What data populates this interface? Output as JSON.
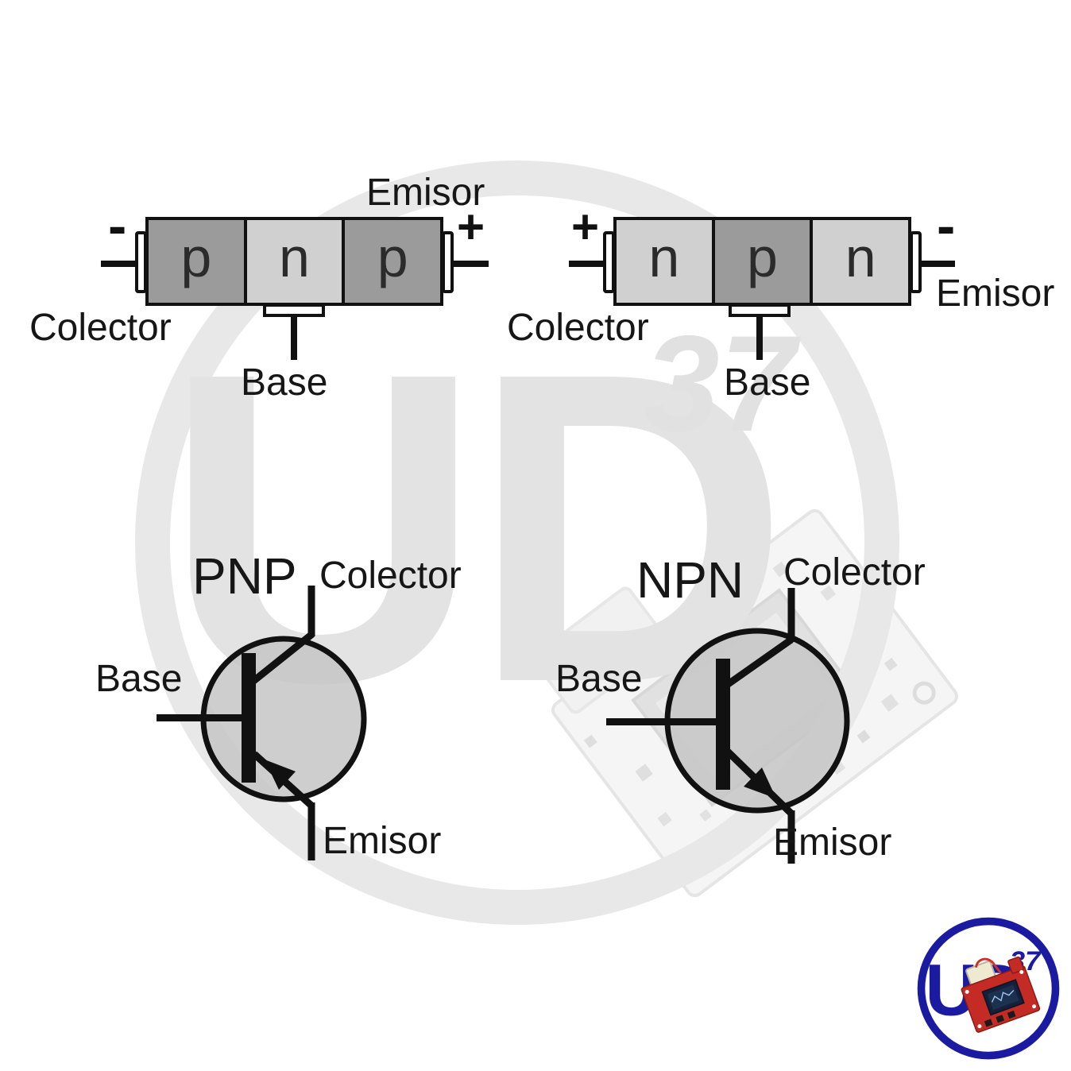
{
  "blocks": {
    "pnp": {
      "regions": [
        "p",
        "n",
        "p"
      ],
      "negative_sign": "-",
      "positive_sign": "+",
      "emitter_label": "Emisor",
      "collector_label": "Colector",
      "base_label": "Base"
    },
    "npn": {
      "regions": [
        "n",
        "p",
        "n"
      ],
      "positive_sign": "+",
      "negative_sign": "-",
      "emitter_label": "Emisor",
      "collector_label": "Colector",
      "base_label": "Base"
    }
  },
  "symbols": {
    "pnp": {
      "title": "PNP",
      "collector_label": "Colector",
      "base_label": "Base",
      "emitter_label": "Emisor"
    },
    "npn": {
      "title": "NPN",
      "collector_label": "Colector",
      "base_label": "Base",
      "emitter_label": "Emisor"
    }
  },
  "watermark": {
    "letters": "UD",
    "number": "37"
  },
  "logo": {
    "letters": "UD",
    "number": "37"
  },
  "colors": {
    "p_region": "#9b9b9b",
    "n_region": "#d0d0d0",
    "symbol_circle_fill": "#c6c6c6",
    "outline_black": "#111111",
    "logo_blue": "#1b1ba2",
    "pcb_red": "#c42b24",
    "watermark_gray": "#e3e3e3"
  }
}
